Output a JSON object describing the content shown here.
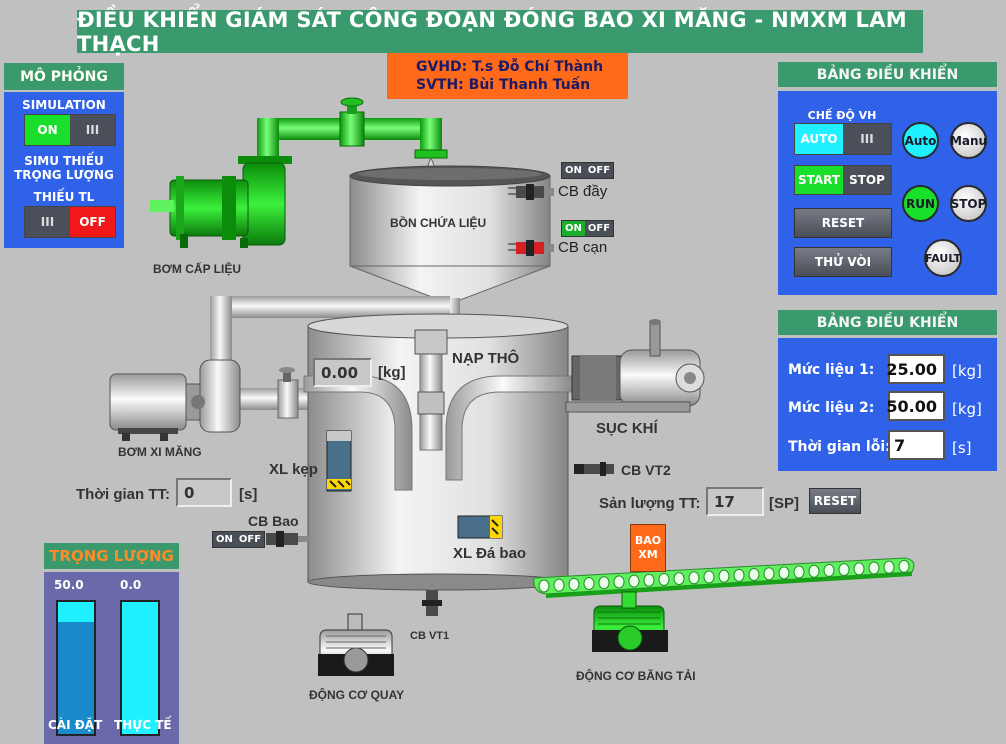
{
  "header": {
    "title": "ĐIỀU KHIỂN GIÁM SÁT CÔNG ĐOẠN ĐÓNG BAO XI MĂNG - NMXM LAM THẠCH",
    "gvhd": "GVHD: T.s Đỗ Chí Thành",
    "svth": "SVTH: Bùi Thanh Tuấn"
  },
  "sim_panel": {
    "title": "MÔ PHỎNG",
    "simulation_label": "SIMULATION",
    "sim_on": "ON",
    "sim_off": "III",
    "simu_thieu_label": "SIMU THIẾU TRỌNG LƯỢNG",
    "thieu_tl_label": "THIẾU TL",
    "thieu_left": "III",
    "thieu_off": "OFF"
  },
  "control_panel": {
    "title": "BẢNG ĐIỀU KHIỂN",
    "mode_label": "CHẾ ĐỘ VH",
    "auto": "AUTO",
    "mode_right": "III",
    "auto_lamp": "Auto",
    "manu_lamp": "Manu",
    "start": "START",
    "stop": "STOP",
    "run_lamp": "RUN",
    "stop_lamp": "STOP",
    "reset": "RESET",
    "thu_voi": "THỬ VÒI",
    "fault_lamp": "FAULT"
  },
  "settings_panel": {
    "title": "BẢNG ĐIỀU KHIỂN",
    "muc_lieu_1_label": "Mức liệu 1:",
    "muc_lieu_1_value": "25.00",
    "muc_lieu_1_unit": "[kg]",
    "muc_lieu_2_label": "Mức liệu 2:",
    "muc_lieu_2_value": "50.00",
    "muc_lieu_2_unit": "[kg]",
    "thoi_gian_loi_label": "Thời gian lỗi:",
    "thoi_gian_loi_value": "7",
    "thoi_gian_loi_unit": "[s]"
  },
  "plant": {
    "bom_cap_lieu": "BƠM CẤP LIỆU",
    "bon_chua_lieu": "BỒN CHỨA LIỆU",
    "cb_day": "CB đầy",
    "cb_can": "CB cạn",
    "bom_xi_mang": "BƠM XI MĂNG",
    "weight_value": "0.00",
    "weight_unit": "[kg]",
    "nap_tho": "NẠP THÔ",
    "suc_khi": "SỤC KHÍ",
    "xl_kep": "XL kẹp",
    "cb_vt2": "CB VT2",
    "thoi_gian_tt_label": "Thời gian TT:",
    "thoi_gian_tt_value": "0",
    "thoi_gian_tt_unit": "[s]",
    "san_luong_label": "Sản lượng TT:",
    "san_luong_value": "17",
    "san_luong_unit": "[SP]",
    "san_luong_reset": "RESET",
    "cb_bao": "CB Bao",
    "xl_da_bao": "XL Đá bao",
    "bao_xm": "BAO XM",
    "cb_vt1": "CB VT1",
    "dong_co_quay": "ĐỘNG CƠ QUAY",
    "dong_co_bang_tai": "ĐỘNG CƠ BĂNG TẢI",
    "on": "ON",
    "off": "OFF"
  },
  "weight_panel": {
    "title": "TRỌNG LƯỢNG",
    "cai_dat_value": "50.0",
    "thuc_te_value": "0.0",
    "cai_dat_label": "CÀI ĐẶT",
    "thuc_te_label": "THỰC TẾ",
    "cai_dat_fill_fraction": 0.9,
    "thuc_te_fill_fraction": 1.0
  },
  "colors": {
    "panel_blue": "#2f62e8",
    "title_green": "#3a9a6e",
    "pipe_green": "#33dd33",
    "indicator_cyan": "#20f0ff",
    "alarm_red": "#f01818",
    "bag_orange": "#ff6a1a"
  }
}
